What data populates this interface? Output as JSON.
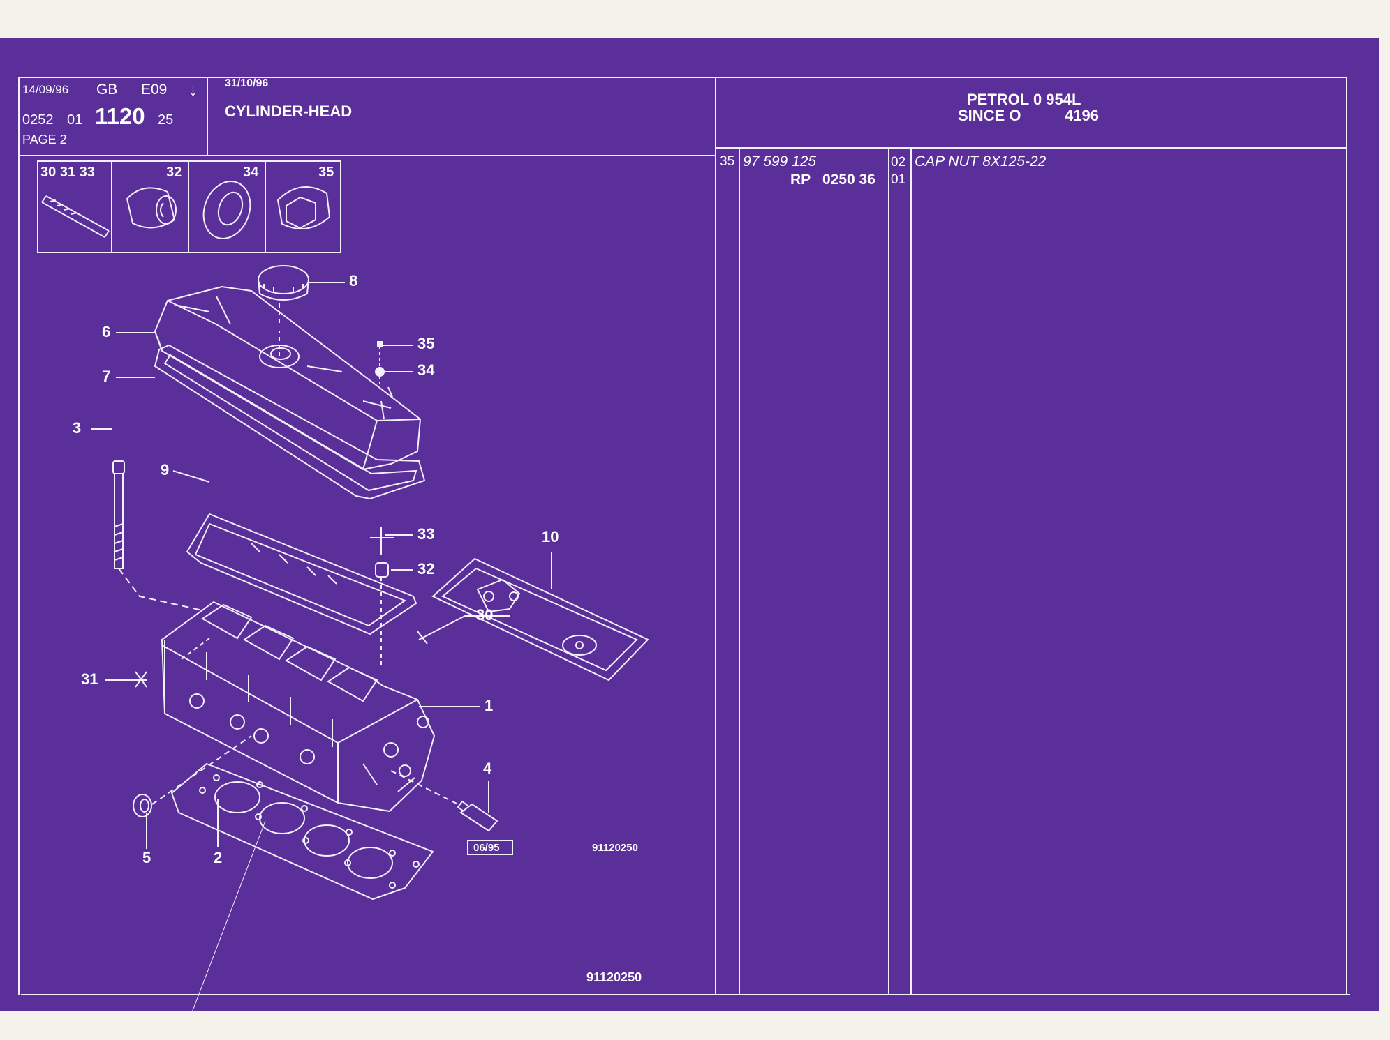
{
  "header": {
    "date_issued": "14/09/96",
    "language": "GB",
    "edition": "E09",
    "arrow": "↓",
    "code_a": "0252",
    "code_b": "01",
    "group": "1120",
    "code_c": "25",
    "page": "PAGE 2",
    "date_revised": "31/10/96",
    "title": "CYLINDER-HEAD",
    "engine_line1": "PETROL 0 954L",
    "engine_line2_label": "SINCE O",
    "engine_line2_value": "4196"
  },
  "inset": {
    "labels": [
      "30 31 33",
      "32",
      "34",
      "35"
    ]
  },
  "callouts": {
    "n1": "1",
    "n2": "2",
    "n3": "3",
    "n4": "4",
    "n5": "5",
    "n6": "6",
    "n7": "7",
    "n8": "8",
    "n9": "9",
    "n10": "10",
    "n30": "30",
    "n31": "31",
    "n32": "32",
    "n33": "33",
    "n34": "34",
    "n35": "35"
  },
  "diagram": {
    "date_box": "06/95",
    "ref_code": "91120250",
    "ref_code_bottom": "91120250"
  },
  "parts": [
    {
      "item": "35",
      "part_number": "97 599 125",
      "rp_label": "RP",
      "rp_number": "0250 36",
      "qty": "02",
      "qty2": "01",
      "description": "CAP NUT 8X125-22"
    }
  ],
  "colors": {
    "sheet": "#5a2f9a",
    "ink": "#f2f0fb",
    "margin": "#f4f2ea"
  }
}
